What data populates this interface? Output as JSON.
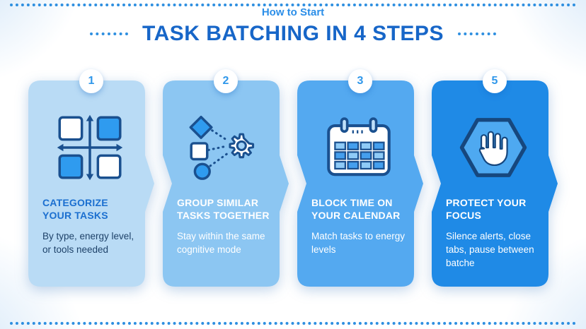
{
  "canvas": {
    "dot_color": "#2e8fe0",
    "badge_color": "#2f97ea"
  },
  "header": {
    "kicker": "How to Start",
    "kicker_color": "#2b8ee8",
    "title": "TASK BATCHING IN 4 STEPS",
    "title_color": "#1766c8"
  },
  "steps": [
    {
      "number": "1",
      "title": "CATEGORIZE YOUR TASKS",
      "body": "By type, energy level, or tools needed",
      "icon": "categorize-arrows-grid-icon",
      "bg": "#b9dbf5",
      "title_color": "#1b6fd0",
      "body_color": "#1e4269"
    },
    {
      "number": "2",
      "title": "GROUP SIMILAR TASKS TOGETHER",
      "body": "Stay within the same cognitive mode",
      "icon": "shapes-to-gear-icon",
      "bg": "#8cc6f2",
      "title_color": "#ffffff",
      "body_color": "#ffffff"
    },
    {
      "number": "3",
      "title": "BLOCK TIME ON YOUR CALENDAR",
      "body": "Match tasks to energy levels",
      "icon": "calendar-icon",
      "bg": "#54a9f0",
      "title_color": "#ffffff",
      "body_color": "#ffffff"
    },
    {
      "number": "5",
      "title": "PROTECT YOUR FOCUS",
      "body": "Silence alerts, close tabs, pause between batche",
      "icon": "stop-hand-hexagon-icon",
      "bg": "#1f8ae6",
      "title_color": "#ffffff",
      "body_color": "#ffffff"
    }
  ]
}
